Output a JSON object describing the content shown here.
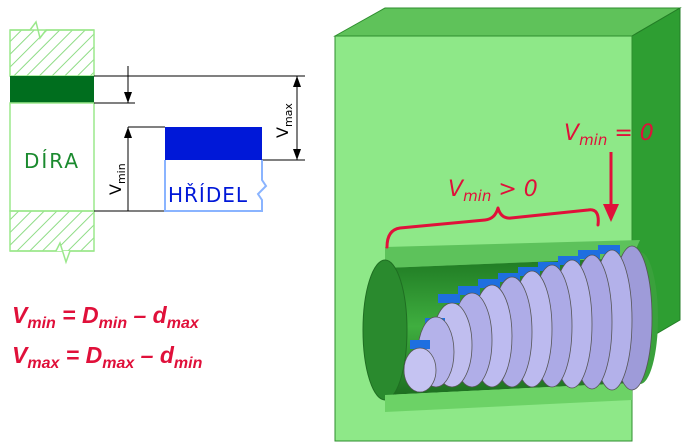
{
  "left_diagram": {
    "hole_label": "DÍRA",
    "shaft_label": "HŘÍDEL",
    "vmin_label": {
      "main": "V",
      "sub": "min"
    },
    "vmax_label": {
      "main": "V",
      "sub": "max"
    }
  },
  "formulas": [
    {
      "lhs": "V",
      "lhs_sub": "min",
      "eq": " = ",
      "a": "D",
      "a_sub": "min",
      "minus": " – ",
      "b": "d",
      "b_sub": "max"
    },
    {
      "lhs": "V",
      "lhs_sub": "max",
      "eq": " = ",
      "a": "D",
      "a_sub": "max",
      "minus": " – ",
      "b": "d",
      "b_sub": "min"
    }
  ],
  "right_diagram": {
    "label_greater": {
      "main": "V",
      "sub": "min",
      "rest": " > 0"
    },
    "label_zero": {
      "main": "V",
      "sub": "min",
      "rest": " = 0"
    }
  },
  "colors": {
    "hole_green": "#006e1e",
    "hatch_green": "#9be88c",
    "text_green": "#1a8a2e",
    "shaft_blue": "#0018d8",
    "shaft_outline": "#8ab4ff",
    "formula_red": "#e0103a",
    "block_light": "#8ee888",
    "block_mid": "#55c455",
    "block_dark": "#2e9e32",
    "cylinder_face": "#b7b5ea"
  }
}
